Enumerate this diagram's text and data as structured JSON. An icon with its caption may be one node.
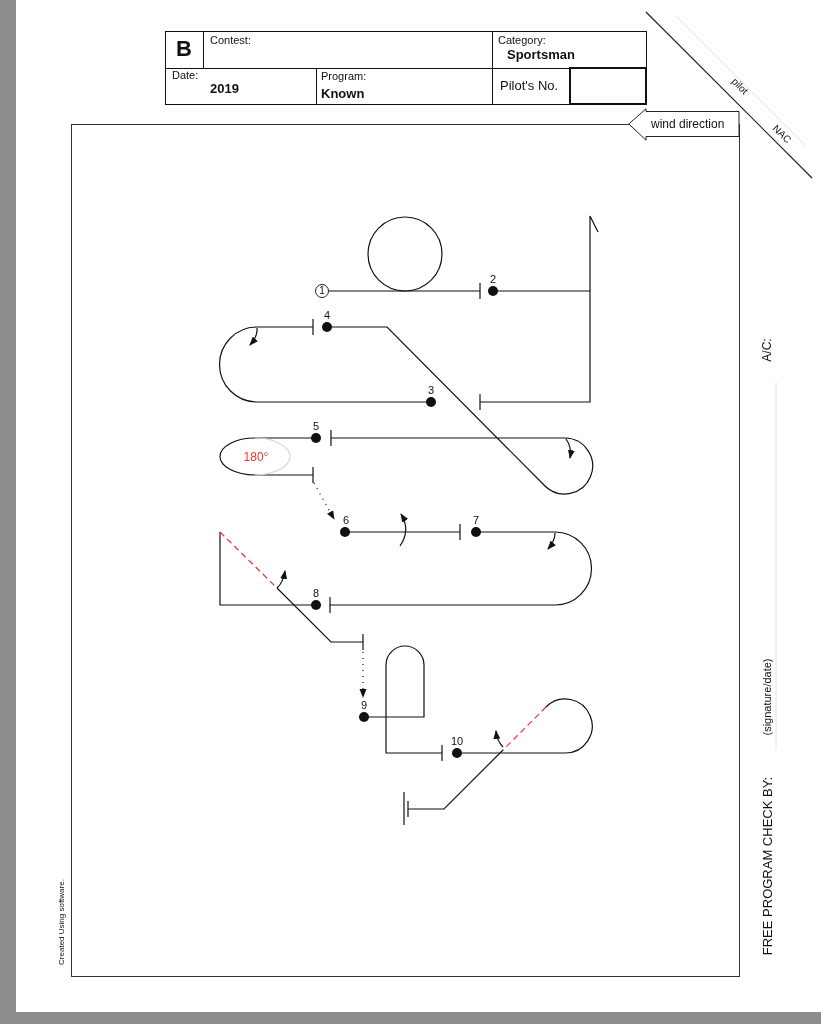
{
  "diagram": {
    "nodes": [
      {
        "text": [
          "wind direction"
        ]
      },
      {
        "text": [
          "1"
        ]
      }
    ],
    "labels": [
      "B",
      "Contest:",
      "Category:",
      "Sportsman",
      "Date:",
      "2019",
      "Program:",
      "Known",
      "Pilot's No.",
      "pilot",
      "NAC",
      "2",
      "4",
      "3",
      "5",
      "180°",
      "6",
      "7",
      "8",
      "9",
      "10",
      "A/C:",
      "(signature/date)",
      "FREE PROGRAM CHECK BY:",
      "Created Using software."
    ]
  }
}
